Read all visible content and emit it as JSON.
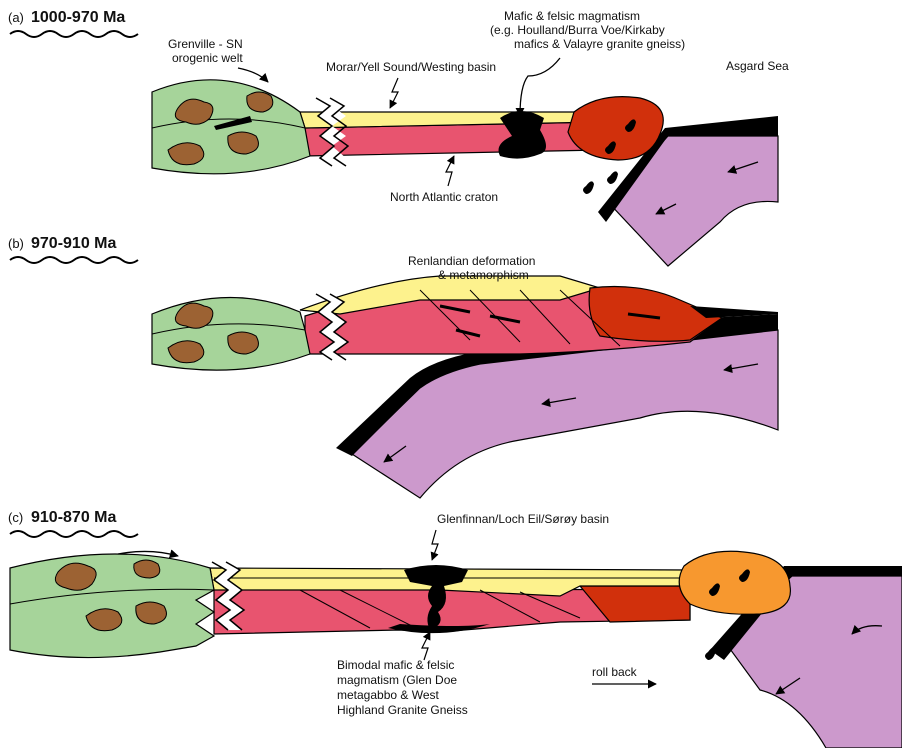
{
  "panels": [
    {
      "letter": "(a)",
      "age": "1000-970 Ma",
      "labels": {
        "grenville_1": "Grenville - SN",
        "grenville_2": "orogenic welt",
        "basin": "Morar/Yell Sound/Westing basin",
        "magma_1": "Mafic & felsic magmatism",
        "magma_2": "(e.g. Houlland/Burra Voe/Kirkaby",
        "magma_3": "mafics & Valayre granite gneiss)",
        "sea": "Asgard Sea",
        "craton": "North Atlantic craton"
      }
    },
    {
      "letter": "(b)",
      "age": "970-910 Ma",
      "labels": {
        "deform_1": "Renlandian deformation",
        "deform_2": "& metamorphism"
      }
    },
    {
      "letter": "(c)",
      "age": "910-870 Ma",
      "labels": {
        "basin": "Glenfinnan/Loch Eil/Sørøy basin",
        "bimodal_1": "Bimodal mafic & felsic",
        "bimodal_2": "magmatism (Glen Doe",
        "bimodal_3": "metagabbo & West",
        "bimodal_4": "Highland Granite Gneiss",
        "rollback": "roll back"
      }
    }
  ],
  "colors": {
    "green_terrane": "#a6d49a",
    "brown_blob": "#9c6233",
    "yellow_basin": "#fdf28d",
    "pink_craton": "#e8546f",
    "red_orange": "#d1300c",
    "orange_pluton": "#f7982f",
    "purple_slab": "#cc99cc",
    "black": "#000000"
  },
  "icons": [
    "break-zigzag-icon",
    "arrow-icon",
    "magma-drop-icon"
  ]
}
